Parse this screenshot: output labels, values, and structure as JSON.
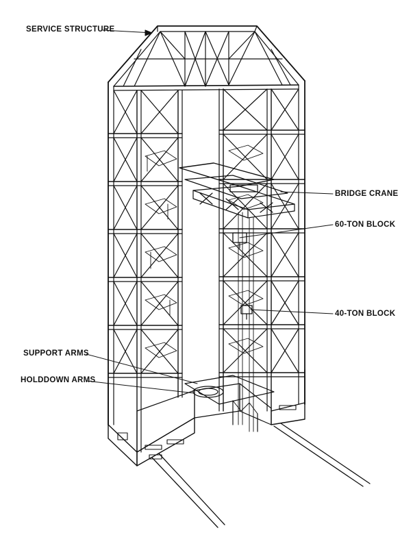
{
  "labels": {
    "service_structure": "SERVICE STRUCTURE",
    "bridge_crane": "BRIDGE CRANE",
    "block_60": "60-TON BLOCK",
    "block_40": "40-TON BLOCK",
    "support_arms": "SUPPORT ARMS",
    "holddown_arms": "HOLDDOWN ARMS"
  },
  "colors": {
    "ink": "#111111",
    "background": "#ffffff"
  }
}
